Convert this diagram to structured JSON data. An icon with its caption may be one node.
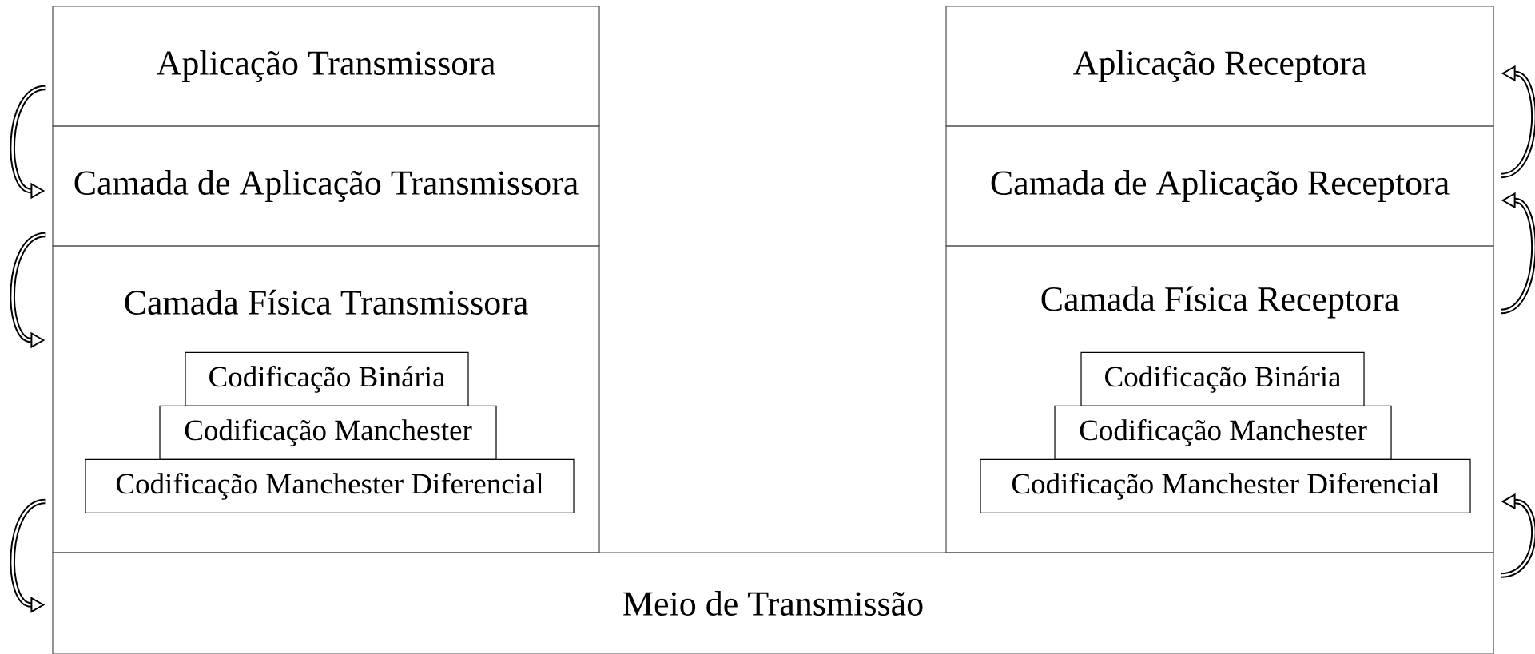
{
  "diagram": {
    "nodes": [
      {
        "text": [
          "Aplicação Transmissora"
        ]
      },
      {
        "text": [
          "Camada de Aplicação Transmissora"
        ]
      },
      {
        "text": [
          "Camada Física Transmissora"
        ]
      },
      {
        "text": [
          "Codificação Binária"
        ],
        "in": 2
      },
      {
        "text": [
          "Codificação Manchester"
        ],
        "in": 2
      },
      {
        "text": [
          "Codificação Manchester Diferencial"
        ],
        "in": 2
      },
      {
        "text": [
          "Aplicação Receptora"
        ]
      },
      {
        "text": [
          "Camada de Aplicação Receptora"
        ]
      },
      {
        "text": [
          "Camada Física Receptora"
        ]
      },
      {
        "text": [
          "Codificação Binária"
        ],
        "in": 8
      },
      {
        "text": [
          "Codificação Manchester"
        ],
        "in": 8
      },
      {
        "text": [
          "Codificação Manchester Diferencial"
        ],
        "in": 8
      },
      {
        "text": [
          "Meio de Transmissão"
        ]
      }
    ],
    "edges": [
      {
        "from": 0,
        "to": 1,
        "arrow": "to"
      },
      {
        "from": 1,
        "to": 2,
        "arrow": "to"
      },
      {
        "from": 2,
        "to": 12,
        "arrow": "to"
      },
      {
        "from": 12,
        "to": 8,
        "arrow": "to"
      },
      {
        "from": 8,
        "to": 7,
        "arrow": "to"
      },
      {
        "from": 7,
        "to": 6,
        "arrow": "to"
      }
    ]
  }
}
